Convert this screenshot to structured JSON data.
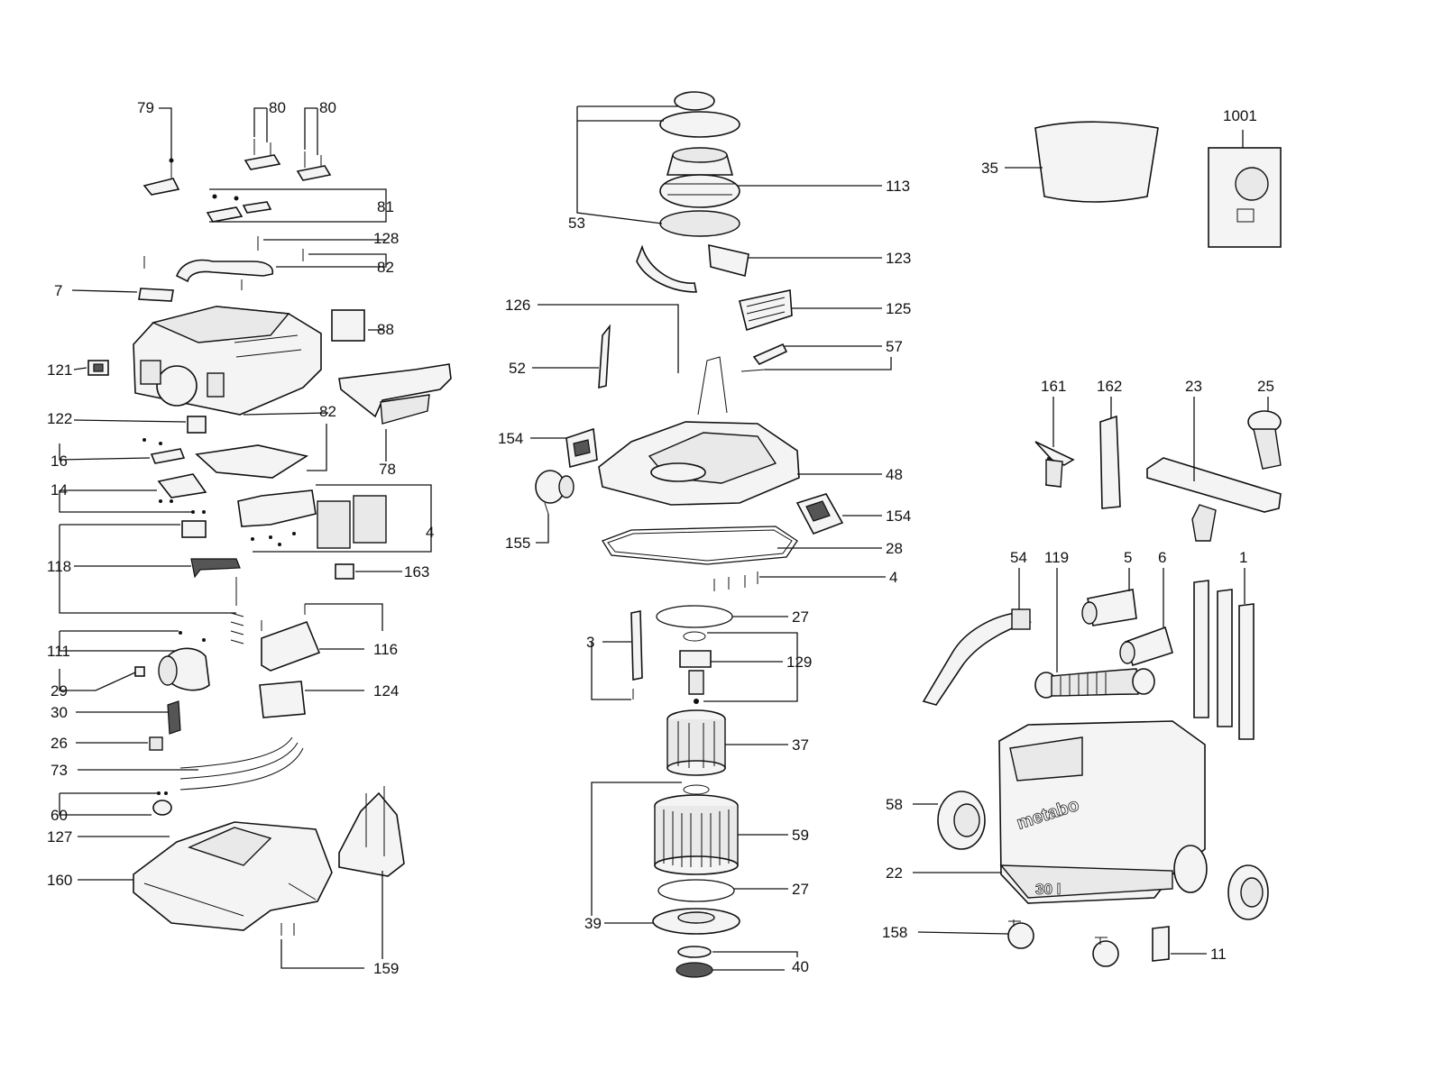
{
  "diagram": {
    "brand_mark": "metabo",
    "capacity_mark": "30 l",
    "callouts": [
      {
        "id": "79",
        "text": "79"
      },
      {
        "id": "80a",
        "text": "80"
      },
      {
        "id": "80b",
        "text": "80"
      },
      {
        "id": "81",
        "text": "81"
      },
      {
        "id": "128",
        "text": "128"
      },
      {
        "id": "82a",
        "text": "82"
      },
      {
        "id": "7",
        "text": "7"
      },
      {
        "id": "88",
        "text": "88"
      },
      {
        "id": "121",
        "text": "121"
      },
      {
        "id": "122",
        "text": "122"
      },
      {
        "id": "82b",
        "text": "82"
      },
      {
        "id": "16",
        "text": "16"
      },
      {
        "id": "78",
        "text": "78"
      },
      {
        "id": "14",
        "text": "14"
      },
      {
        "id": "4a",
        "text": "4"
      },
      {
        "id": "118",
        "text": "118"
      },
      {
        "id": "163",
        "text": "163"
      },
      {
        "id": "111",
        "text": "111"
      },
      {
        "id": "116",
        "text": "116"
      },
      {
        "id": "29",
        "text": "29"
      },
      {
        "id": "124",
        "text": "124"
      },
      {
        "id": "30",
        "text": "30"
      },
      {
        "id": "26",
        "text": "26"
      },
      {
        "id": "73",
        "text": "73"
      },
      {
        "id": "60",
        "text": "60"
      },
      {
        "id": "127",
        "text": "127"
      },
      {
        "id": "160",
        "text": "160"
      },
      {
        "id": "159",
        "text": "159"
      },
      {
        "id": "53",
        "text": "53"
      },
      {
        "id": "113",
        "text": "113"
      },
      {
        "id": "123",
        "text": "123"
      },
      {
        "id": "126",
        "text": "126"
      },
      {
        "id": "125",
        "text": "125"
      },
      {
        "id": "52",
        "text": "52"
      },
      {
        "id": "57",
        "text": "57"
      },
      {
        "id": "154a",
        "text": "154"
      },
      {
        "id": "48",
        "text": "48"
      },
      {
        "id": "155",
        "text": "155"
      },
      {
        "id": "154b",
        "text": "154"
      },
      {
        "id": "28",
        "text": "28"
      },
      {
        "id": "4b",
        "text": "4"
      },
      {
        "id": "27a",
        "text": "27"
      },
      {
        "id": "3",
        "text": "3"
      },
      {
        "id": "129",
        "text": "129"
      },
      {
        "id": "37",
        "text": "37"
      },
      {
        "id": "59",
        "text": "59"
      },
      {
        "id": "27b",
        "text": "27"
      },
      {
        "id": "39",
        "text": "39"
      },
      {
        "id": "40",
        "text": "40"
      },
      {
        "id": "35",
        "text": "35"
      },
      {
        "id": "1001",
        "text": "1001"
      },
      {
        "id": "161",
        "text": "161"
      },
      {
        "id": "162",
        "text": "162"
      },
      {
        "id": "23",
        "text": "23"
      },
      {
        "id": "25",
        "text": "25"
      },
      {
        "id": "54",
        "text": "54"
      },
      {
        "id": "119",
        "text": "119"
      },
      {
        "id": "5",
        "text": "5"
      },
      {
        "id": "6",
        "text": "6"
      },
      {
        "id": "1",
        "text": "1"
      },
      {
        "id": "58",
        "text": "58"
      },
      {
        "id": "22",
        "text": "22"
      },
      {
        "id": "158",
        "text": "158"
      },
      {
        "id": "11",
        "text": "11"
      }
    ]
  }
}
